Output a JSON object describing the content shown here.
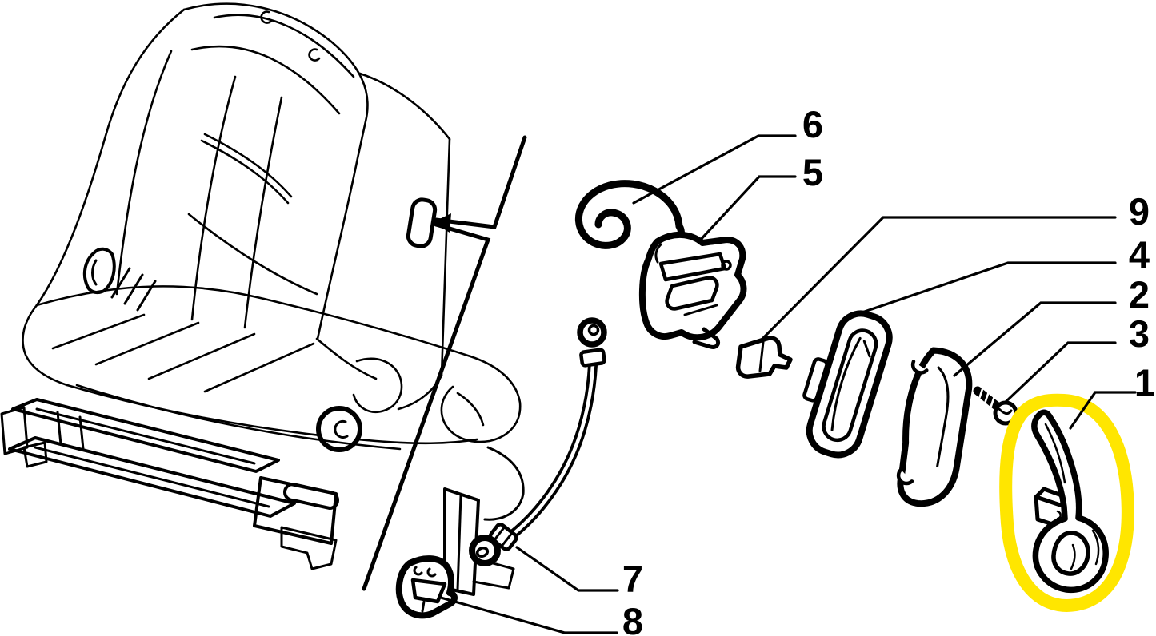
{
  "diagram": {
    "kind": "exploded-parts-line-drawing",
    "background_color": "#ffffff",
    "line_color": "#000000",
    "highlight_color": "#ffe600",
    "highlighted_callout": "1",
    "callouts": [
      {
        "number": "6",
        "part": "coil-spring"
      },
      {
        "number": "5",
        "part": "latch-bracket"
      },
      {
        "number": "9",
        "part": "clip-wedge"
      },
      {
        "number": "4",
        "part": "bezel-frame"
      },
      {
        "number": "2",
        "part": "side-pad"
      },
      {
        "number": "3",
        "part": "screw"
      },
      {
        "number": "1",
        "part": "release-lever"
      },
      {
        "number": "7",
        "part": "cable"
      },
      {
        "number": "8",
        "part": "clip-block"
      }
    ]
  }
}
